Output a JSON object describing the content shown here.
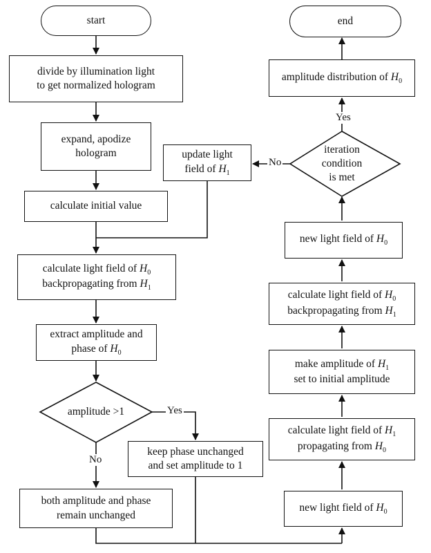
{
  "nodes": {
    "start": "start",
    "end": "end",
    "divide": "divide by illumination light\nto get normalized hologram",
    "expand": "expand, apodize\nhologram",
    "calc_initial": "calculate initial value",
    "calc_back_left": "calculate light field of H0\nbackpropagating from H1",
    "extract": "extract amplitude and\nphase of H0",
    "amp_decision": "amplitude >1",
    "keep_phase": "keep phase unchanged\nand set amplitude to 1",
    "both_unchanged": "both amplitude and phase\nremain unchanged",
    "update_field": "update light\nfield of H1",
    "amp_dist": "amplitude distribution of H0",
    "iter_decision": "iteration\ncondition\nis met",
    "new_h0_top": "new light field of H0",
    "calc_back_right": "calculate light field of H0\nbackpropagating from H1",
    "make_amp": "make amplitude of H1\nset to initial amplitude",
    "calc_prop": "calculate light field of H1\npropagating from H0",
    "new_h0_bottom": "new light field of H0"
  },
  "edge_labels": {
    "amp_yes": "Yes",
    "amp_no": "No",
    "iter_yes": "Yes",
    "iter_no": "No"
  }
}
